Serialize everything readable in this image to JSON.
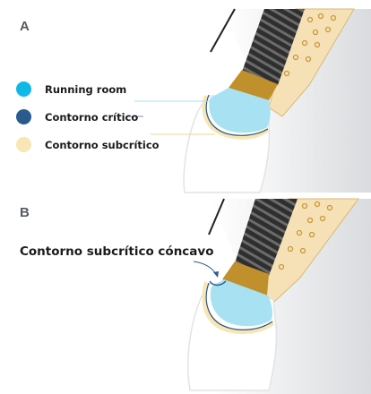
{
  "panels": {
    "a": {
      "letter": "A"
    },
    "b": {
      "letter": "B",
      "callout": "Contorno subcrítico cóncavo"
    }
  },
  "legend": [
    {
      "label": "Running room",
      "color": "#10b8e8"
    },
    {
      "label": "Contorno crítico",
      "color": "#2b5a8d"
    },
    {
      "label": "Contorno subcrítico",
      "color": "#f8e6b4"
    }
  ],
  "colors": {
    "running_room_fill": "#a8e2f2",
    "subcritical_band": "#f8e6b4",
    "critical_line": "#2b5a8d",
    "abutment": "#c0902c",
    "implant_threads": "#3b3b3b",
    "bone": "#f5e1b5",
    "bone_dots": "#c9983a",
    "gum_shadow": "#d7d9dc",
    "crown": "#ffffff"
  }
}
